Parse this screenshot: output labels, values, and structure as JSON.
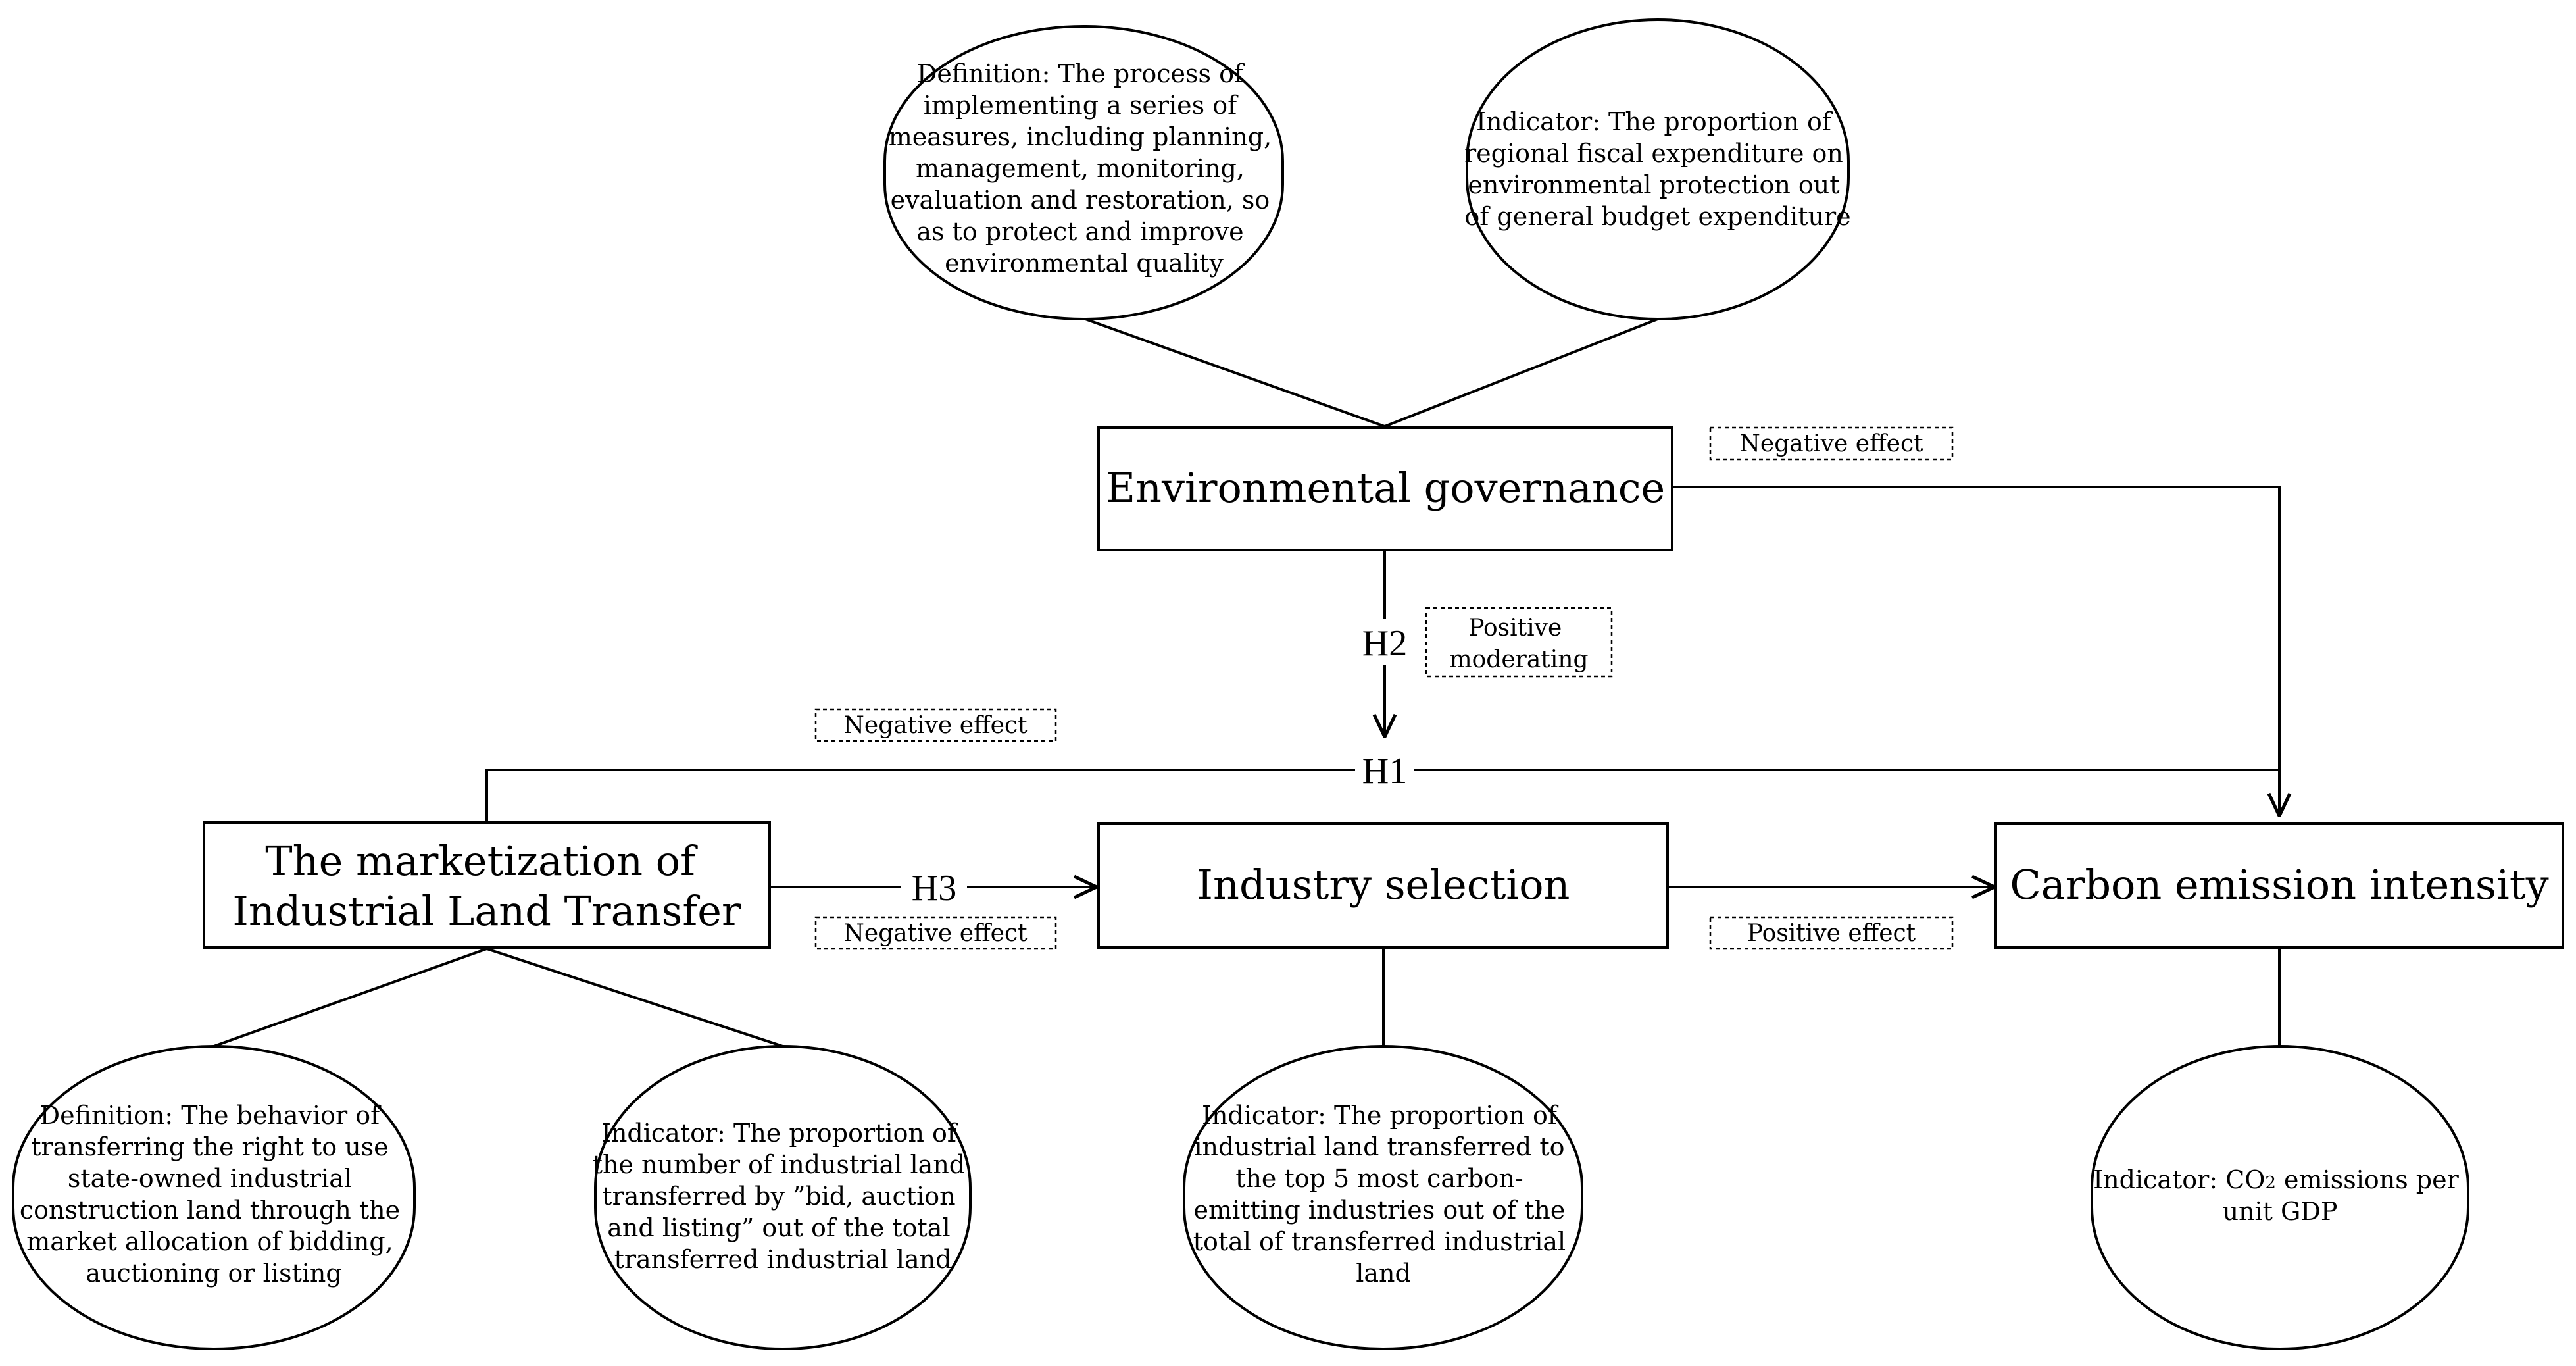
{
  "constructs": {
    "env": "Environmental governance",
    "market_line1": "The marketization of",
    "market_line2": "Industrial Land Transfer",
    "industry": "Industry selection",
    "carbon": "Carbon emission intensity"
  },
  "hypotheses": {
    "h1": "H1",
    "h2": "H2",
    "h3": "H3"
  },
  "effects": {
    "env_carbon": "Negative effect",
    "h2_line1": "Positive",
    "h2_line2": "moderating",
    "h1": "Negative effect",
    "h3": "Negative effect",
    "industry_carbon": "Positive effect"
  },
  "ovals": {
    "env_definition": [
      "Definition: The process of",
      "implementing a series of",
      "measures, including planning,",
      "management, monitoring,",
      "evaluation and restoration, so",
      "as to protect and improve",
      "environmental quality"
    ],
    "env_indicator": [
      "Indicator:   The proportion of",
      "regional fiscal expenditure on",
      "environmental protection out",
      "of general budget expenditure"
    ],
    "market_definition": [
      "Definition: The behavior of",
      "transferring the right to use",
      "state-owned industrial",
      "construction land through the",
      "market allocation of bidding,",
      "auctioning or listing"
    ],
    "market_indicator": [
      "Indicator: The proportion of",
      "the number of industrial land",
      "transferred by ”bid, auction",
      "and listing” out of the total",
      "transferred industrial land"
    ],
    "industry_indicator": [
      "Indicator: The proportion of",
      "industrial land transferred to",
      "the top 5 most carbon-",
      "emitting industries out of the",
      "total of transferred industrial",
      "land"
    ],
    "carbon_indicator_line1_prefix": "Indicator: CO",
    "carbon_indicator_line1_sub": "2",
    "carbon_indicator_line1_suffix": " emissions per",
    "carbon_indicator_line2": "unit GDP"
  }
}
